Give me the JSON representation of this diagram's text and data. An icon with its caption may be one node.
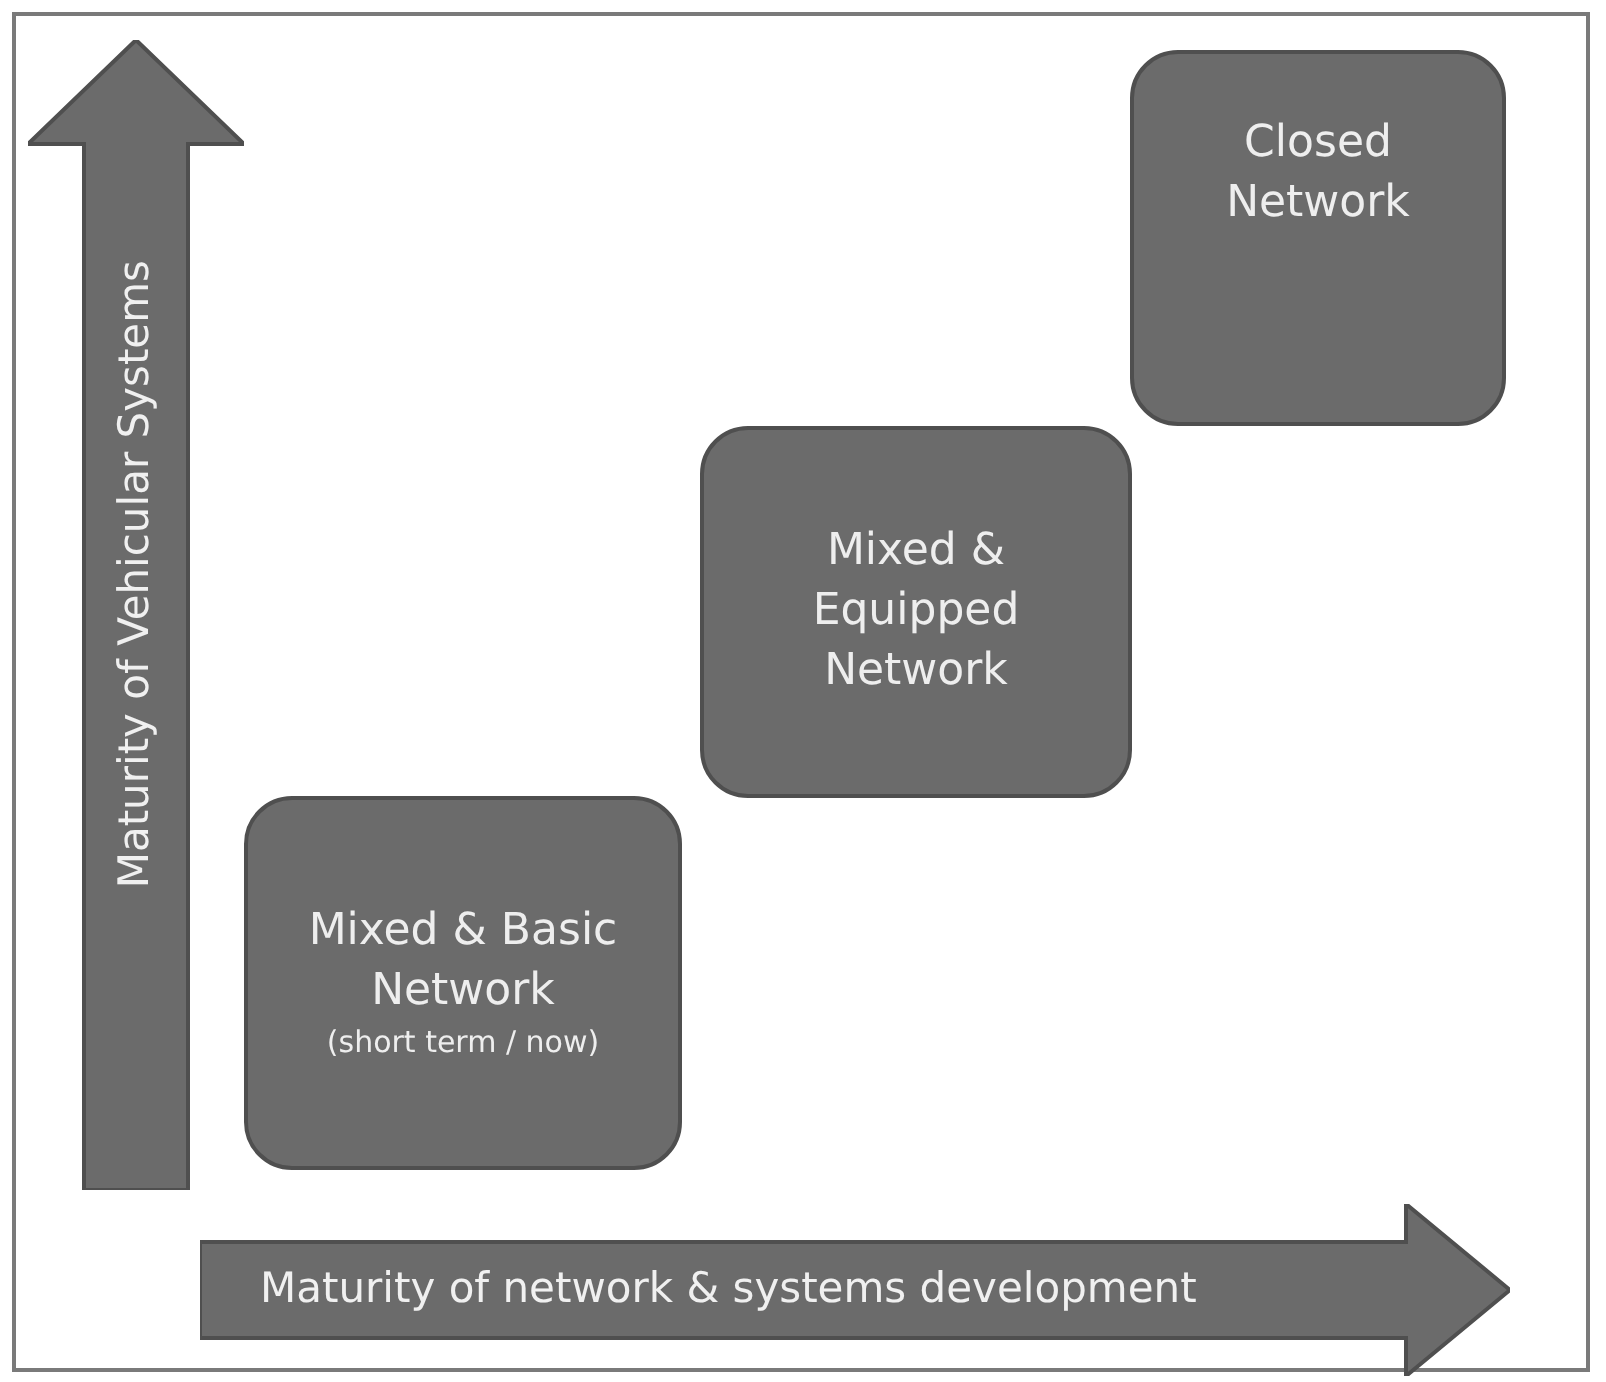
{
  "diagram": {
    "nodes": [
      {
        "text": [
          "Maturity of Vehicular Systems"
        ]
      },
      {
        "text": [
          "Closed Network"
        ]
      },
      {
        "text": [
          "Mixed & Equipped Network"
        ]
      },
      {
        "text": [
          "Mixed & Basic Network",
          "(short term / now)"
        ]
      },
      {
        "text": [
          "Maturity of network & systems development"
        ]
      }
    ],
    "edges": []
  }
}
